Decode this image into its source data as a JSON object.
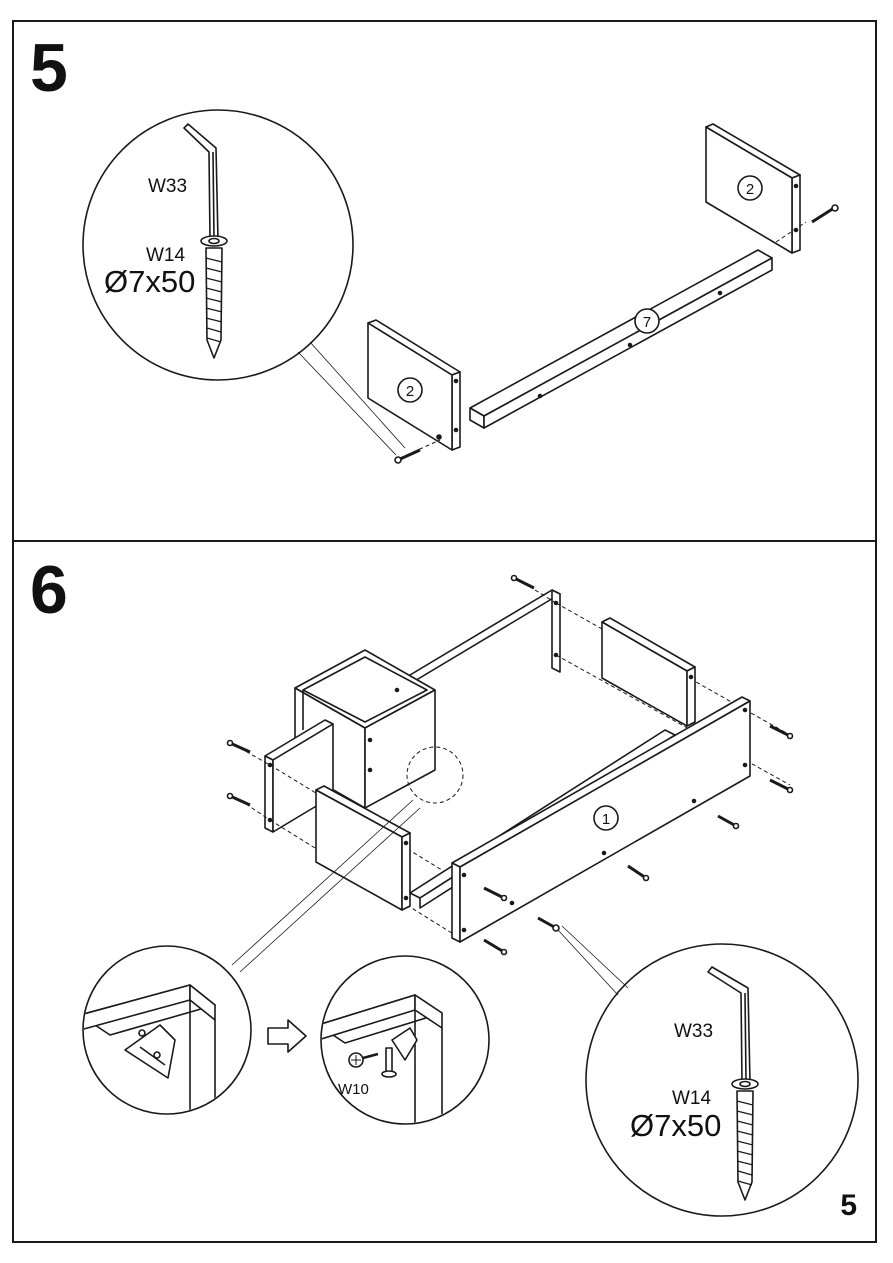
{
  "steps": [
    {
      "number": "5",
      "detail": {
        "tool_label": "W33",
        "part_label": "W14",
        "size_label": "Ø7x50"
      },
      "parts": {
        "side_left": "2",
        "side_right": "2",
        "shelf": "7"
      }
    },
    {
      "number": "6",
      "parts": {
        "front_panel": "1"
      },
      "detail": {
        "tool_label": "W33",
        "part_label": "W14",
        "size_label": "Ø7x50",
        "cam_label": "W10"
      }
    }
  ],
  "page_number": "5"
}
